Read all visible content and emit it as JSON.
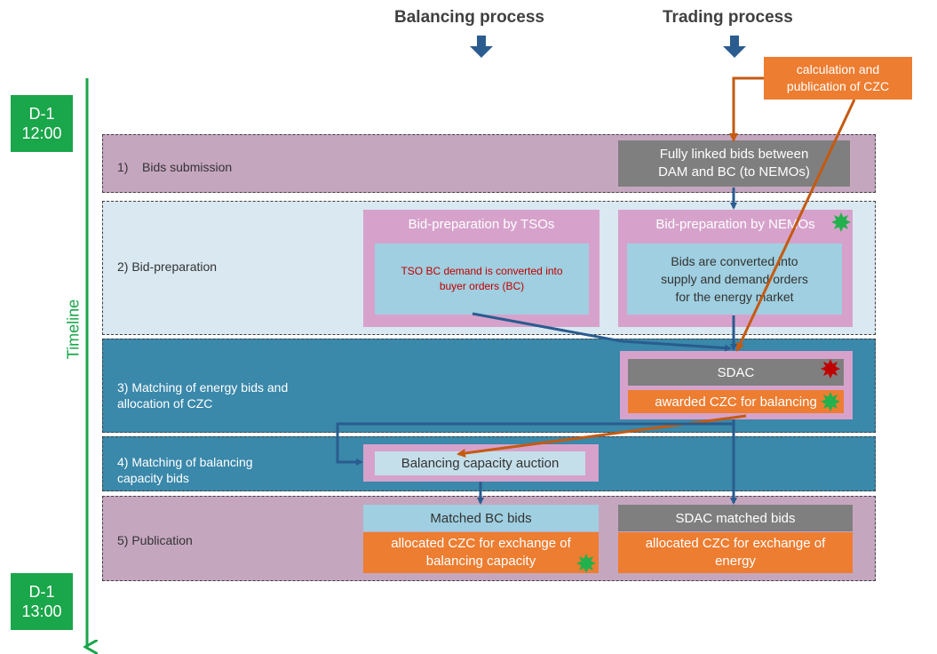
{
  "headers": {
    "balancing": "Balancing process",
    "trading": "Trading process"
  },
  "timeline": {
    "label": "Timeline",
    "start": [
      "D-1",
      "12:00"
    ],
    "end": [
      "D-1",
      "13:00"
    ]
  },
  "czc_source": [
    "calculation and",
    "publication of CZC"
  ],
  "stages": {
    "s1": {
      "label": "1)    Bids submission"
    },
    "s2": {
      "label": "2) Bid-preparation"
    },
    "s3": {
      "label": [
        "3) Matching of energy bids and",
        "allocation of CZC"
      ]
    },
    "s4": {
      "label": [
        "4) Matching of balancing",
        "capacity bids"
      ]
    },
    "s5": {
      "label": "5) Publication"
    }
  },
  "boxes": {
    "fully_linked": [
      "Fully linked bids between",
      "DAM and BC (to NEMOs)"
    ],
    "tso_title": "Bid-preparation by TSOs",
    "tso_body": [
      "TSO BC demand is converted into",
      "buyer orders (BC)"
    ],
    "nemo_title": "Bid-preparation by NEMOs",
    "nemo_body": [
      "Bids are converted into",
      "supply and demand orders",
      "for the energy market"
    ],
    "sdac": "SDAC",
    "awarded_czc": "awarded CZC for balancing",
    "bc_auction": "Balancing capacity auction",
    "matched_bc": "Matched BC bids",
    "alloc_bc": [
      "allocated CZC for exchange of",
      "balancing capacity"
    ],
    "sdac_matched": "SDAC matched bids",
    "alloc_energy": [
      "allocated CZC for exchange of",
      "energy"
    ]
  },
  "colors": {
    "timeline_green": "#1aa64a",
    "band1": "#c5a6bf",
    "band2": "#d9e8f1",
    "band_blue": "#3a88aa",
    "band5": "#c5a6bf",
    "pink": "#d6a2cb",
    "light_blue": "#9fcfe0",
    "grey": "#7f7f7f",
    "orange": "#ed7d31",
    "arrow_blue": "#2a5c8f",
    "arrow_orange": "#c55a11",
    "star_green": "#22b14c",
    "star_red": "#c00000"
  }
}
